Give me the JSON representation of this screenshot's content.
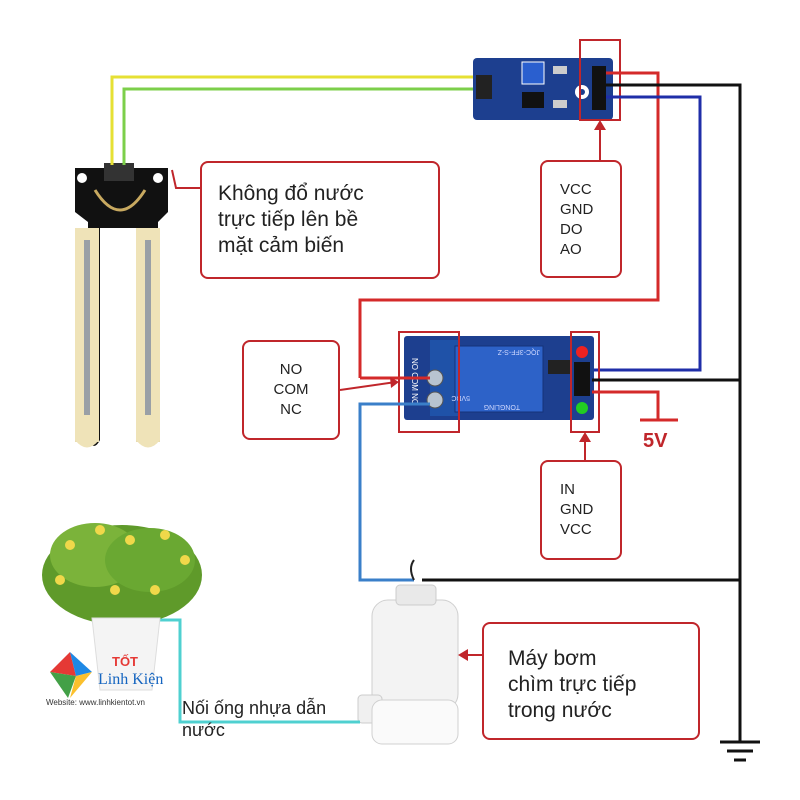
{
  "notes": {
    "sensor_warning": [
      "Không đổ nước",
      "trực tiếp lên bề",
      "mặt cảm biến"
    ],
    "pump_note": [
      "Máy bơm",
      "chìm trực tiếp",
      "trong nước"
    ],
    "tube_note": [
      "Nối ống nhựa dẫn",
      "nước"
    ]
  },
  "pins": {
    "sensor_module": [
      "VCC",
      "GND",
      "DO",
      "AO"
    ],
    "relay_contacts": [
      "NO",
      "COM",
      "NC"
    ],
    "relay_input": [
      "IN",
      "GND",
      "VCC"
    ]
  },
  "relay_pcb_labels": {
    "contacts": "NO COM NC",
    "model": "JQC-3FF-S-Z",
    "brand": "TONGLING",
    "coil": "5VDC"
  },
  "power_label": "5V",
  "logo": {
    "top": "TỐT",
    "name": "Linh Kiện",
    "website": "Website: www.linhkientot.vn"
  },
  "colors": {
    "red_wire": "#d42a2a",
    "black_wire": "#111111",
    "blue_wire": "#1f2ea8",
    "water_wire": "#3a7fc9",
    "tube": "#4fd0d0",
    "callout_border": "#c0262b",
    "pcb_blue": "#1d3f8f"
  }
}
